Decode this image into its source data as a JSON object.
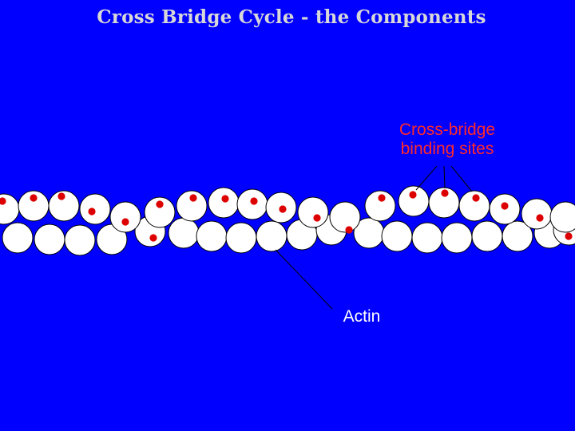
{
  "slide": {
    "title": "Cross Bridge Cycle - the Components"
  },
  "labels": {
    "binding_line1": "Cross-bridge",
    "binding_line2": "binding sites",
    "actin": "Actin"
  },
  "colors": {
    "background": "#0000ff",
    "title_text": "#d8d8d8",
    "monomer_fill": "#ffffff",
    "monomer_stroke": "#000000",
    "binding_site": "#dd0000",
    "binding_label": "#ff2a2a",
    "leader_line": "#000000"
  }
}
